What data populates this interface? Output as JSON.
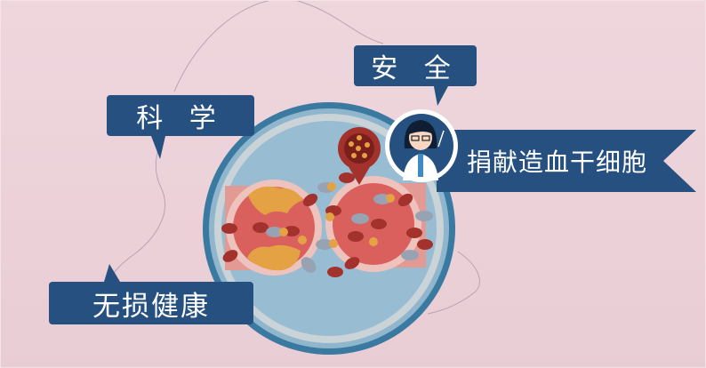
{
  "labels": {
    "safe": "安 全",
    "science": "科 学",
    "harmless": "无损健康",
    "donate": "捐献造血干细胞"
  },
  "icons": {
    "doctor": "doctor-avatar-icon",
    "blood_drop_pin": "blood-pin-icon",
    "petri_dish": "blood-vessel-dish-icon"
  },
  "colors": {
    "background": "#ecd3da",
    "label_bg": "#25507f",
    "label_text": "#ffffff",
    "dish_outer": "#3b7aa0",
    "dish_inner": "#9dbfd3",
    "vessel_red": "#d9605d",
    "cell_dark_red": "#a3322c",
    "fat_yellow": "#e4a245"
  }
}
